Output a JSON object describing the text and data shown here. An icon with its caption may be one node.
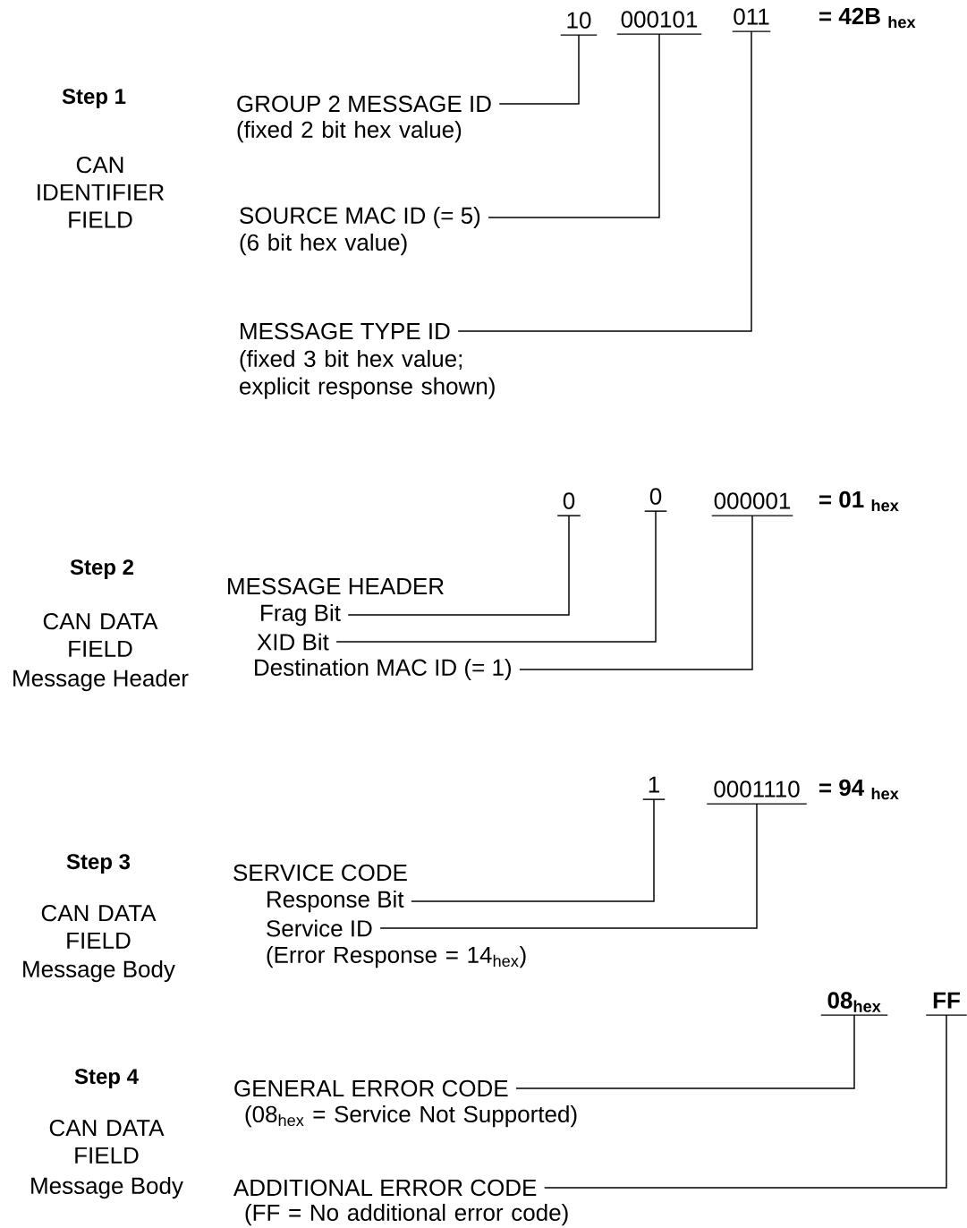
{
  "diagram": {
    "nodes": [
      {
        "text": [
          "10"
        ]
      },
      {
        "text": [
          "000101"
        ]
      },
      {
        "text": [
          "011"
        ]
      },
      {
        "text": [
          "GROUP 2 MESSAGE ID",
          "(fixed 2 bit hex value)"
        ]
      },
      {
        "text": [
          "SOURCE MAC ID (= 5)",
          "(6 bit hex value)"
        ]
      },
      {
        "text": [
          "MESSAGE TYPE ID",
          "(fixed 3 bit hex value; explicit response shown)"
        ]
      },
      {
        "text": [
          "0"
        ]
      },
      {
        "text": [
          "0"
        ]
      },
      {
        "text": [
          "000001"
        ]
      },
      {
        "text": [
          "Frag Bit"
        ]
      },
      {
        "text": [
          "XID Bit"
        ]
      },
      {
        "text": [
          "Destination MAC ID (= 1)"
        ]
      },
      {
        "text": [
          "1"
        ]
      },
      {
        "text": [
          "0001110"
        ]
      },
      {
        "text": [
          "Response Bit"
        ]
      },
      {
        "text": [
          "Service ID",
          "(Error Response = 14$_{hex}$)"
        ]
      },
      {
        "text": [
          "08$_{hex}$"
        ]
      },
      {
        "text": [
          "FF"
        ]
      },
      {
        "text": [
          "GENERAL ERROR CODE",
          "(08$_{hex}$ = Service Not Supported)"
        ]
      },
      {
        "text": [
          "ADDITIONAL ERROR CODE",
          "(FF = No additional error code)"
        ]
      }
    ],
    "edges": [
      {
        "from": 3,
        "to": 0,
        "arrow": "none"
      },
      {
        "from": 4,
        "to": 1,
        "arrow": "none"
      },
      {
        "from": 5,
        "to": 2,
        "arrow": "none"
      },
      {
        "from": 9,
        "to": 6,
        "arrow": "none"
      },
      {
        "from": 10,
        "to": 7,
        "arrow": "none"
      },
      {
        "from": 11,
        "to": 8,
        "arrow": "none"
      },
      {
        "from": 14,
        "to": 12,
        "arrow": "none"
      },
      {
        "from": 15,
        "to": 13,
        "arrow": "none"
      },
      {
        "from": 18,
        "to": 16,
        "arrow": "none"
      },
      {
        "from": 19,
        "to": 17,
        "arrow": "none"
      }
    ],
    "labels": [
      "= 42B $_{hex}$",
      "Step 1",
      "CAN IDENTIFIER FIELD",
      "= 01 $_{hex}$",
      "Step 2",
      "MESSAGE HEADER",
      "CAN DATA FIELD",
      "Message Header",
      "= 94 $_{hex}$",
      "Step 3",
      "SERVICE CODE",
      "CAN DATA FIELD",
      "Message Body",
      "Step 4",
      "CAN DATA FIELD",
      "Message Body"
    ]
  }
}
